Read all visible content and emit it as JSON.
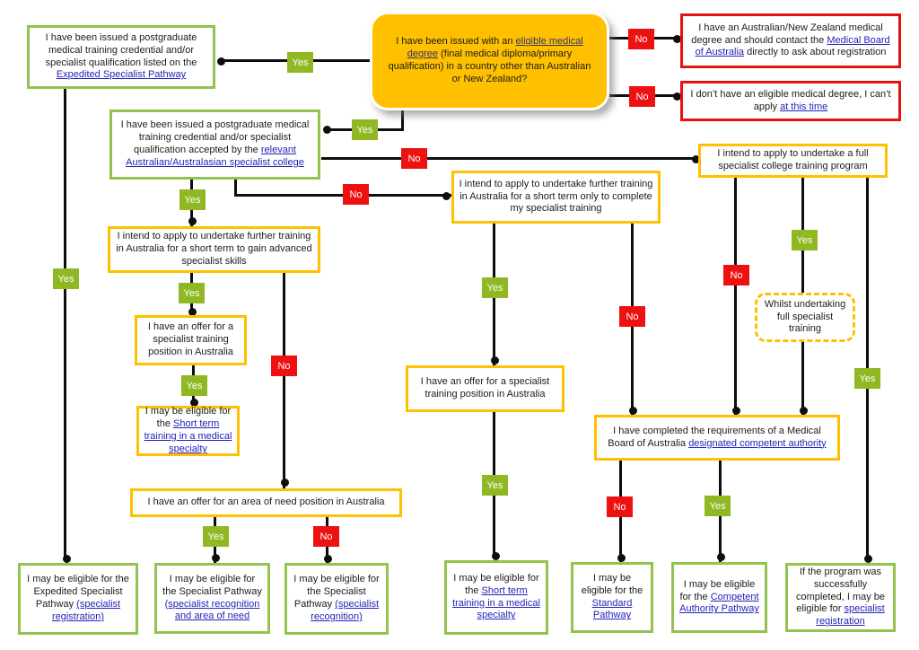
{
  "colors": {
    "green_border": "#92C34E",
    "gold": "#FFC000",
    "red_border": "#E61212",
    "yes_green": "#8FB822",
    "no_red": "#EE1111",
    "link_blue": "#2323B8",
    "line_black": "#0E0E0E"
  },
  "nodes": [
    {
      "id": "eligible-degree-question",
      "kind": "goldfill",
      "parts": [
        {
          "t": "I have been issued with an "
        },
        {
          "t": "eligible medical degree",
          "link": true
        },
        {
          "t": " (final medical diploma/primary qualification) in a country other than Australian or New Zealand?"
        }
      ]
    },
    {
      "id": "expedited-pathway-listed",
      "kind": "green",
      "parts": [
        {
          "t": "I have been issued a postgraduate medical training credential and/or specialist qualification listed on the "
        },
        {
          "t": "Expedited Specialist Pathway",
          "link": true
        }
      ]
    },
    {
      "id": "anz-degree-contact-board",
      "kind": "red",
      "parts": [
        {
          "t": "I have an Australian/New Zealand medical degree and should contact the "
        },
        {
          "t": "Medical Board of Australia",
          "link": true
        },
        {
          "t": " directly to ask about registration"
        }
      ]
    },
    {
      "id": "no-eligible-degree",
      "kind": "red",
      "parts": [
        {
          "t": "I don’t have an eligible medical degree, I can’t apply "
        },
        {
          "t": "at this time",
          "link": true
        }
      ]
    },
    {
      "id": "college-accepted-qualification",
      "kind": "green",
      "parts": [
        {
          "t": "I have been issued a postgraduate medical training credential and/or specialist qualification accepted  by the "
        },
        {
          "t": "relevant Australian/Australasian specialist college",
          "link": true
        }
      ]
    },
    {
      "id": "short-term-advanced-skills",
      "kind": "yellow",
      "parts": [
        {
          "t": "I intend to apply to undertake further training in Australia for a short term to gain advanced specialist skills"
        }
      ]
    },
    {
      "id": "offer-specialist-position-left",
      "kind": "yellow",
      "parts": [
        {
          "t": "I have an offer for a specialist training position in Australia"
        }
      ]
    },
    {
      "id": "eligible-short-term-left",
      "kind": "yellow",
      "parts": [
        {
          "t": "I may be eligible for the "
        },
        {
          "t": "Short term training in a medical specialty",
          "link": true
        }
      ]
    },
    {
      "id": "area-of-need-offer",
      "kind": "yellow",
      "parts": [
        {
          "t": "I have an offer for an area of need position in Australia"
        }
      ]
    },
    {
      "id": "short-term-complete-training",
      "kind": "yellow",
      "parts": [
        {
          "t": "I intend to apply to undertake further training in Australia for a short term only to complete my specialist training"
        }
      ]
    },
    {
      "id": "offer-specialist-position-mid",
      "kind": "yellow",
      "parts": [
        {
          "t": "I have an offer for a specialist training position in Australia"
        }
      ]
    },
    {
      "id": "full-college-program",
      "kind": "yellow",
      "parts": [
        {
          "t": "I intend to apply to undertake a full specialist college training program"
        }
      ]
    },
    {
      "id": "whilst-undertaking-training",
      "kind": "dashed",
      "parts": [
        {
          "t": "Whilst undertaking full specialist training"
        }
      ]
    },
    {
      "id": "competent-authority-requirements",
      "kind": "yellow",
      "parts": [
        {
          "t": "I have completed the requirements of a Medical Board of Australia "
        },
        {
          "t": "designated competent authority",
          "link": true
        }
      ]
    },
    {
      "id": "out-expedited-pathway",
      "kind": "green",
      "parts": [
        {
          "t": "I may be eligible for the Expedited Specialist Pathway "
        },
        {
          "t": "(specialist registration)",
          "link": true
        }
      ]
    },
    {
      "id": "out-specialist-pathway-area-of-need",
      "kind": "green",
      "parts": [
        {
          "t": "I may be eligible for the Specialist Pathway "
        },
        {
          "t": "(specialist recognition and area of need",
          "link": true
        }
      ]
    },
    {
      "id": "out-specialist-pathway-recognition",
      "kind": "green",
      "parts": [
        {
          "t": "I may be eligible for the Specialist Pathway "
        },
        {
          "t": "(specialist recognition)",
          "link": true
        }
      ]
    },
    {
      "id": "out-short-term-training",
      "kind": "green",
      "parts": [
        {
          "t": "I may be eligible for the "
        },
        {
          "t": "Short term training in a medical specialty",
          "link": true
        }
      ]
    },
    {
      "id": "out-standard-pathway",
      "kind": "green",
      "parts": [
        {
          "t": "I may be eligible for the "
        },
        {
          "t": "Standard Pathway",
          "link": true
        }
      ]
    },
    {
      "id": "out-competent-authority-pathway",
      "kind": "green",
      "parts": [
        {
          "t": "I may be eligible for the "
        },
        {
          "t": "Competent Authority Pathway",
          "link": true
        }
      ]
    },
    {
      "id": "out-program-completed",
      "kind": "green",
      "parts": [
        {
          "t": "If the program was successfully completed, I may be eligible for "
        },
        {
          "t": "specialist registration",
          "link": true
        }
      ]
    }
  ],
  "edge_labels": [
    {
      "id": "e1",
      "text": "Yes"
    },
    {
      "id": "e2",
      "text": "No"
    },
    {
      "id": "e3",
      "text": "No"
    },
    {
      "id": "e4",
      "text": "Yes"
    },
    {
      "id": "e5",
      "text": "No"
    },
    {
      "id": "e6",
      "text": "No"
    },
    {
      "id": "e7",
      "text": "Yes"
    },
    {
      "id": "e8",
      "text": "Yes"
    },
    {
      "id": "e9",
      "text": "Yes"
    },
    {
      "id": "e10",
      "text": "No"
    },
    {
      "id": "e11",
      "text": "Yes"
    },
    {
      "id": "e12",
      "text": "Yes"
    },
    {
      "id": "e13",
      "text": "Yes"
    },
    {
      "id": "e14",
      "text": "Yes"
    },
    {
      "id": "e15",
      "text": "No"
    },
    {
      "id": "e16",
      "text": "No"
    },
    {
      "id": "e17",
      "text": "No"
    },
    {
      "id": "e18",
      "text": "Yes"
    },
    {
      "id": "e19",
      "text": "Yes"
    },
    {
      "id": "e20",
      "text": "No"
    },
    {
      "id": "e21",
      "text": "Yes"
    }
  ]
}
